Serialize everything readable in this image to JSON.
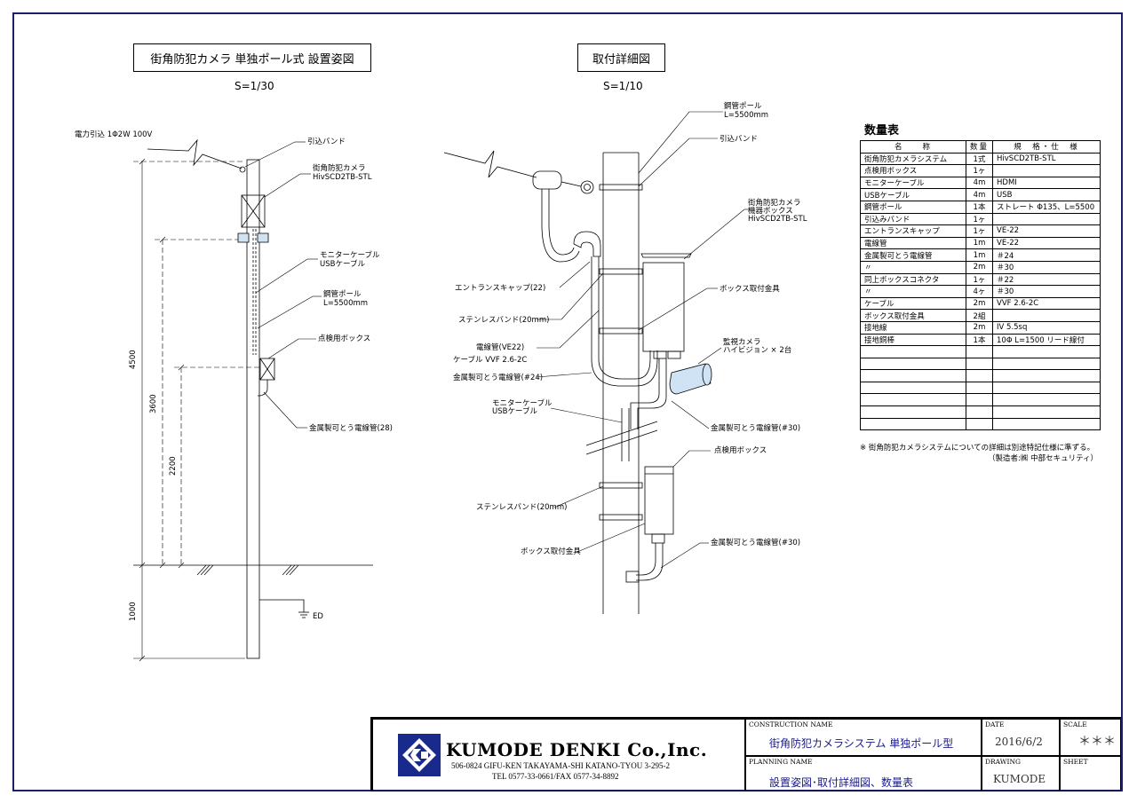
{
  "left_view": {
    "title": "街角防犯カメラ  単独ポール式  設置姿図",
    "scale": "S=1/30",
    "labels": {
      "power_in": "電力引込  1Φ2W 100V",
      "lead_in_band": "引込バンド",
      "camera_l1": "街角防犯カメラ",
      "camera_l2": "HivSCD2TB-STL",
      "monitor_l1": "モニターケーブル",
      "monitor_l2": "USBケーブル",
      "pole_l1": "鋼管ポール",
      "pole_l2": "L=5500mm",
      "inspection_box": "点検用ボックス",
      "conduit": "金属製可とう電線管(28)",
      "ground": "ED"
    },
    "dims": {
      "d4500": "4500",
      "d3600": "3600",
      "d2200": "2200",
      "d1000": "1000"
    }
  },
  "right_view": {
    "title": "取付詳細図",
    "scale": "S=1/10",
    "labels": {
      "pole_l1": "鋼管ポール",
      "pole_l2": "L=5500mm",
      "lead_in_band": "引込バンド",
      "equip_l1": "街角防犯カメラ",
      "equip_l2": "機器ボックス",
      "equip_l3": "HivSCD2TB-STL",
      "entrance_cap": "エントランスキャップ(22)",
      "box_bracket": "ボックス取付金具",
      "stainless_band": "ステンレスバンド(20mm)",
      "conduit_ve": "電線管(VE22)",
      "cable": "ケーブル  VVF 2.6-2C",
      "camera_l1": "監視カメラ",
      "camera_l2": "ハイビジョン × 2台",
      "flex24": "金属製可とう電線管(#24)",
      "monitor_l1": "モニターケーブル",
      "monitor_l2": "USBケーブル",
      "flex30a": "金属製可とう電線管(#30)",
      "inspection_box": "点検用ボックス",
      "stainless_band2": "ステンレスバンド(20mm)",
      "box_bracket2": "ボックス取付金具",
      "flex30b": "金属製可とう電線管(#30)"
    }
  },
  "quantity_table": {
    "title": "数量表",
    "headers": [
      "名　　称",
      "数量",
      "規　格・仕　様"
    ],
    "rows": [
      [
        "街角防犯カメラシステム",
        "1式",
        "HivSCD2TB-STL"
      ],
      [
        "点検用ボックス",
        "1ヶ",
        ""
      ],
      [
        "モニターケーブル",
        "4m",
        "HDMI"
      ],
      [
        "USBケーブル",
        "4m",
        "USB"
      ],
      [
        "鋼管ポール",
        "1本",
        "ストレート Φ135、L=5500"
      ],
      [
        "引込みバンド",
        "1ヶ",
        ""
      ],
      [
        "エントランスキャップ",
        "1ヶ",
        "VE-22"
      ],
      [
        "電線管",
        "1m",
        "VE-22"
      ],
      [
        "金属製可とう電線管",
        "1m",
        "＃24"
      ],
      [
        "〃",
        "2m",
        "＃30"
      ],
      [
        "同上ボックスコネクタ",
        "1ヶ",
        "＃22"
      ],
      [
        "〃",
        "4ヶ",
        "＃30"
      ],
      [
        "ケーブル",
        "2m",
        "VVF 2.6-2C"
      ],
      [
        "ボックス取付金具",
        "2組",
        ""
      ],
      [
        "接地線",
        "2m",
        "IV 5.5sq"
      ],
      [
        "接地銅棒",
        "1本",
        "10Φ  L=1500 リード線付"
      ],
      [
        "",
        "",
        ""
      ],
      [
        "",
        "",
        ""
      ],
      [
        "",
        "",
        ""
      ],
      [
        "",
        "",
        ""
      ],
      [
        "",
        "",
        ""
      ],
      [
        "",
        "",
        ""
      ],
      [
        "",
        "",
        ""
      ]
    ],
    "note1": "※  街角防犯カメラシステムについての詳細は別途特記仕様に準ずる。",
    "note2": "（製造者:㈱ 中部セキュリティ）"
  },
  "title_block": {
    "company": "KUMODE DENKI Co.,Inc.",
    "address": "506-0824  GIFU-KEN TAKAYAMA-SHI KATANO-TYOU 3-295-2",
    "tel": "TEL 0577-33-0661/FAX 0577-34-8892",
    "construction_caption": "CONSTRUCTION NAME",
    "construction_name": "街角防犯カメラシステム  単独ポール型",
    "planning_caption": "PLANNING NAME",
    "planning_name": "設置姿図･取付詳細図、数量表",
    "date_caption": "DATE",
    "date": "2016/6/2",
    "scale_caption": "SCALE",
    "scale": "＊＊＊",
    "drawing_caption": "DRAWING",
    "drawing": "KUMODE",
    "sheet_caption": "SHEET",
    "sheet": ""
  },
  "colors": {
    "frame": "#1d1d6e",
    "value_text": "#1a1a8c",
    "pipe_fill": "#cfe3f5"
  }
}
